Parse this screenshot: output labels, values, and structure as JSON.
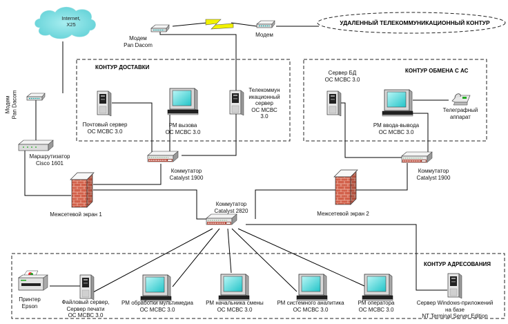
{
  "diagram": {
    "cloud": {
      "lines": [
        "Internet,",
        "X25"
      ]
    },
    "remote_contour": {
      "label": "УДАЛЕННЫЙ ТЕЛЕКОММУНИКАЦИОННЫЙ КОНТУР"
    },
    "zones": {
      "delivery": "КОНТУР ДОСТАВКИ",
      "exchange": "КОНТУР ОБМЕНА С АС",
      "addressing": "КОНТУР АДРЕСОВАНИЯ"
    },
    "nodes": {
      "modem_top": {
        "lines": [
          "Модем",
          "Pan Dacom"
        ]
      },
      "modem_remote": {
        "lines": [
          "Модем"
        ]
      },
      "modem_left": {
        "lines": [
          "Модем",
          "Pan Dacom"
        ]
      },
      "router": {
        "lines": [
          "Маршрутизатор",
          "Cisco 1601"
        ]
      },
      "mail_server": {
        "lines": [
          "Почтовый сервер",
          "ОС МСВС 3.0"
        ]
      },
      "ws_call": {
        "lines": [
          "РМ вызова",
          "ОС МСВС 3.0"
        ]
      },
      "telecom_server": {
        "lines": [
          "Телекоммун",
          "икационный",
          "сервер",
          "ОС МСВС",
          "3.0"
        ]
      },
      "db_server": {
        "lines": [
          "Сервер БД",
          "ОС МСВС 3.0"
        ]
      },
      "ws_io": {
        "lines": [
          "РМ ввода-вывода",
          "ОС МСВС 3.0"
        ]
      },
      "telegraph": {
        "lines": [
          "Телеграфный",
          "аппарат"
        ]
      },
      "switch_left": {
        "lines": [
          "Коммутатор",
          "Catalyst 1900"
        ]
      },
      "switch_right": {
        "lines": [
          "Коммутатор",
          "Catalyst 1900"
        ]
      },
      "switch_core": {
        "lines": [
          "Коммутатор",
          "Catalyst 2820"
        ]
      },
      "firewall_1": {
        "lines": [
          "Межсетевой экран 1"
        ]
      },
      "firewall_2": {
        "lines": [
          "Межсетевой экран 2"
        ]
      },
      "printer": {
        "lines": [
          "Принтер",
          "Epson"
        ]
      },
      "file_server": {
        "lines": [
          "Файловый сервер,",
          "Сервер печати",
          "ОС МСВС 3.0"
        ]
      },
      "ws_multimedia": {
        "lines": [
          "РМ обработки мультимедиа",
          "ОС МСВС 3.0"
        ]
      },
      "ws_shift": {
        "lines": [
          "РМ начальника смены",
          "ОС МСВС 3.0"
        ]
      },
      "ws_analyst": {
        "lines": [
          "РМ системного аналитика",
          "ОС МСВС 3.0"
        ]
      },
      "ws_operator": {
        "lines": [
          "РМ оператора",
          "ОС МСВС 3.0"
        ]
      },
      "win_server": {
        "lines": [
          "Сервер Windows-приложений",
          "на базе",
          "NT Terminal Server Edition"
        ]
      }
    },
    "colors": {
      "cloud": "#5fd0d6",
      "lightning": "#f2f200",
      "brick": "#d2604a",
      "screen": "#3fd8d8",
      "device": "#e8e8e8"
    }
  }
}
